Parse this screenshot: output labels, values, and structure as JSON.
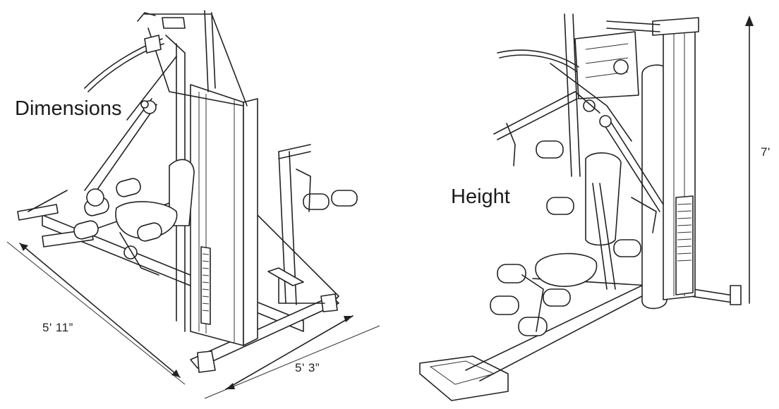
{
  "labels": {
    "dimensions": "Dimensions",
    "height": "Height",
    "depth": "5' 11”",
    "width": "5' 3”",
    "tall": "7'"
  },
  "colors": {
    "line": "#222222",
    "background": "#ffffff"
  }
}
